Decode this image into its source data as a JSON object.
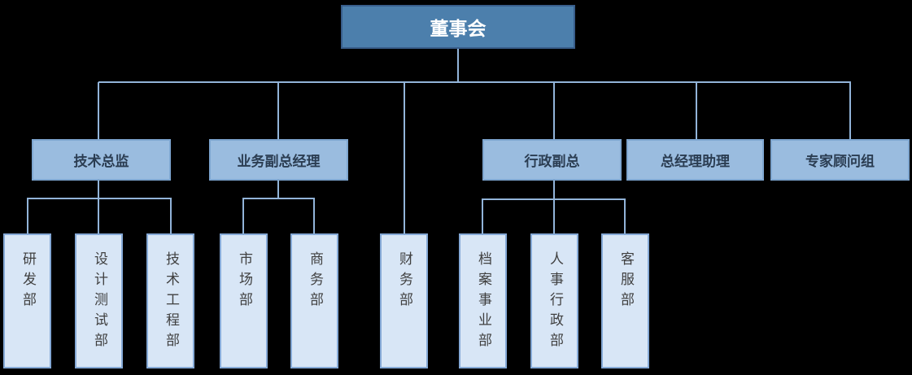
{
  "diagram": {
    "type": "org-chart",
    "root": {
      "label": "董事会"
    },
    "level2": [
      {
        "label": "技术总监"
      },
      {
        "label": "业务副总经理"
      },
      {
        "label": "行政副总"
      },
      {
        "label": "总经理助理"
      },
      {
        "label": "专家顾问组"
      }
    ],
    "level3": [
      {
        "label": "研发部",
        "parent": "技术总监"
      },
      {
        "label": "设计测试部",
        "parent": "技术总监"
      },
      {
        "label": "技术工程部",
        "parent": "技术总监"
      },
      {
        "label": "市场部",
        "parent": "业务副总经理"
      },
      {
        "label": "商务部",
        "parent": "业务副总经理"
      },
      {
        "label": "财务部",
        "parent": "董事会"
      },
      {
        "label": "档案事业部",
        "parent": "行政副总"
      },
      {
        "label": "人事行政部",
        "parent": "行政副总"
      },
      {
        "label": "客服部",
        "parent": "行政副总"
      }
    ],
    "colors": {
      "background": "#000000",
      "root_fill": "#4C7FAC",
      "root_border": "#385D8A",
      "root_text": "#FFFFFF",
      "branch_fill": "#9ABCDF",
      "branch_border": "#7EA6D0",
      "branch_text": "#2B3D52",
      "leaf_fill": "#D8E6F6",
      "leaf_border": "#85A9D6",
      "leaf_text": "#404040",
      "line": "#92B4D9"
    }
  }
}
